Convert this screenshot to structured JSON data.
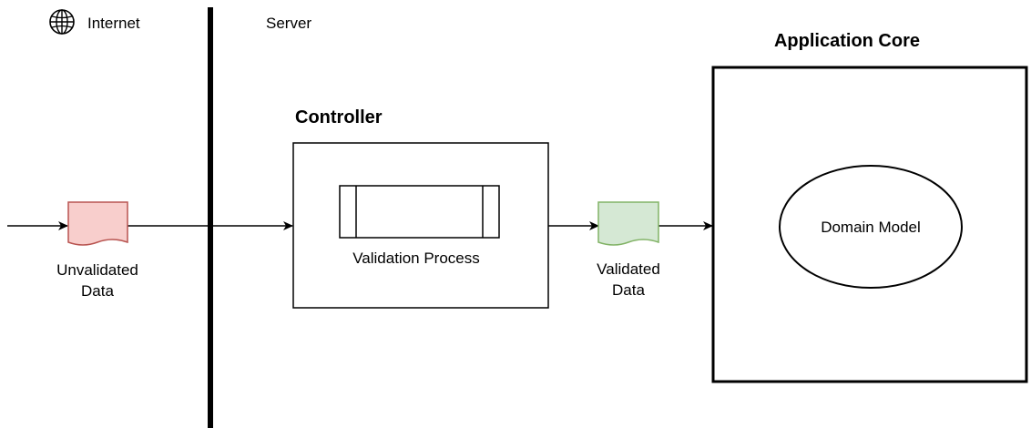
{
  "zones": {
    "internet_label": "Internet",
    "server_label": "Server"
  },
  "nodes": {
    "unvalidated": {
      "line1": "Unvalidated",
      "line2": "Data",
      "fill": "#f8cecc",
      "stroke": "#b85450"
    },
    "controller": {
      "title": "Controller",
      "process_label": "Validation Process"
    },
    "validated": {
      "line1": "Validated",
      "line2": "Data",
      "fill": "#d5e8d4",
      "stroke": "#82b366"
    },
    "core": {
      "title": "Application Core",
      "model_label": "Domain Model"
    }
  },
  "icons": {
    "internet": "globe-icon"
  },
  "colors": {
    "line": "#000000"
  }
}
